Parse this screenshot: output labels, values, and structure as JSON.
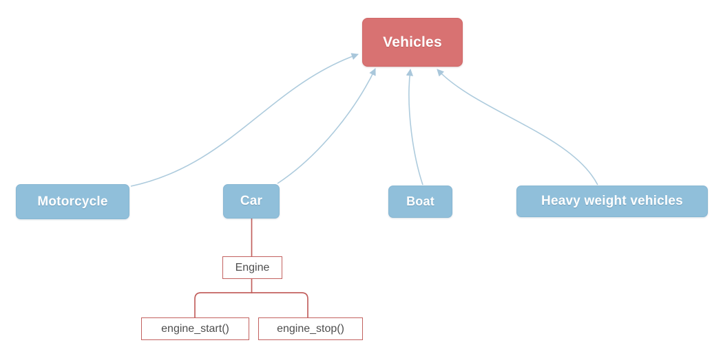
{
  "diagram": {
    "type": "class-hierarchy",
    "background": "#ffffff",
    "nodes": {
      "vehicles": {
        "label": "Vehicles"
      },
      "motorcycle": {
        "label": "Motorcycle"
      },
      "car": {
        "label": "Car"
      },
      "boat": {
        "label": "Boat"
      },
      "heavy": {
        "label": "Heavy weight vehicles"
      },
      "engine": {
        "label": "Engine"
      },
      "engine_start": {
        "label": "engine_start()"
      },
      "engine_stop": {
        "label": "engine_stop()"
      }
    },
    "edges": [
      {
        "from": "motorcycle",
        "to": "vehicles",
        "style": "curved-arrow"
      },
      {
        "from": "car",
        "to": "vehicles",
        "style": "curved-arrow"
      },
      {
        "from": "boat",
        "to": "vehicles",
        "style": "curved-arrow"
      },
      {
        "from": "heavy",
        "to": "vehicles",
        "style": "curved-arrow"
      },
      {
        "from": "car",
        "to": "engine",
        "style": "tree-line"
      },
      {
        "from": "engine",
        "to": "engine_start",
        "style": "tree-line"
      },
      {
        "from": "engine",
        "to": "engine_stop",
        "style": "tree-line"
      }
    ],
    "colors": {
      "parent_fill": "#d87272",
      "child_fill": "#90bfda",
      "node_text": "#ffffff",
      "detail_border": "#c2605e",
      "detail_text": "#4d4d4d",
      "arrow_stroke": "#adcbdd",
      "tree_stroke": "#c2605e"
    }
  }
}
